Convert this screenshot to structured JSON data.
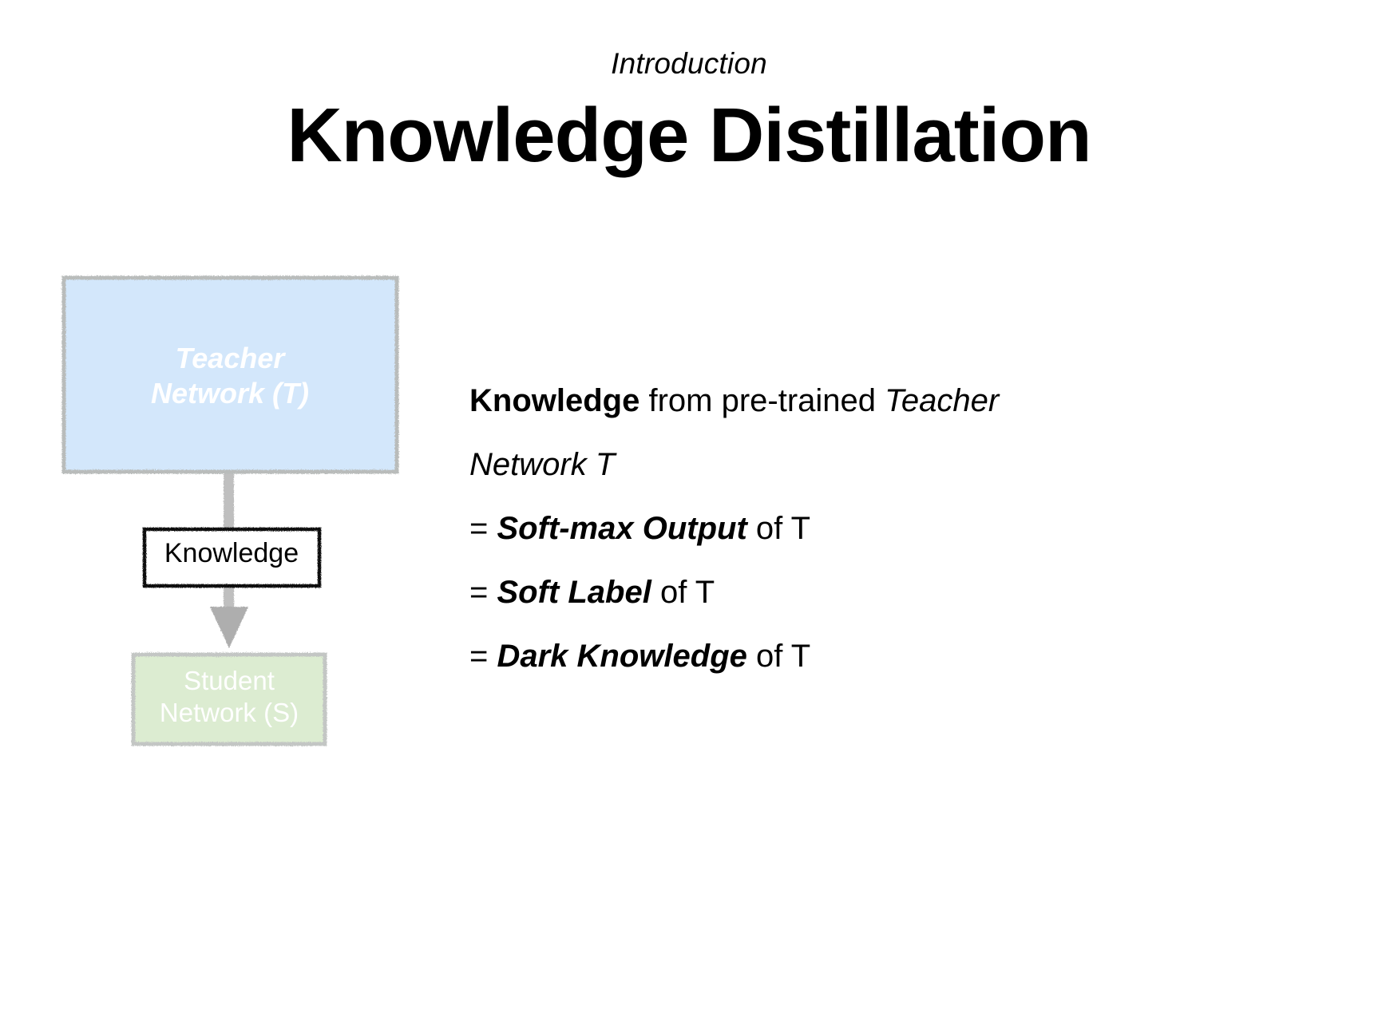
{
  "header": {
    "eyebrow": "Introduction",
    "title": "Knowledge Distillation"
  },
  "diagram": {
    "teacher_node": {
      "label": "Teacher\nNetwork (T)",
      "fill": "#d3e7fb",
      "border": "#b9bcbb",
      "text_color": "#ffffff"
    },
    "student_node": {
      "label": "Student\nNetwork (S)",
      "fill": "#dcecd1",
      "border": "#c3c6c4",
      "text_color": "#ffffff"
    },
    "knowledge_box": {
      "label": "Knowledge",
      "fill": "#ffffff",
      "border": "#000000",
      "text_color": "#000000"
    },
    "arrow": {
      "name": "knowledge-flow-arrow",
      "color": "#bfbfbf",
      "direction": "down"
    }
  },
  "body": {
    "lines": [
      {
        "id": "line-knowledge-source",
        "segments": [
          {
            "text": "Knowledge",
            "style": "b"
          },
          {
            "text": " from pre-trained ",
            "style": "plain"
          },
          {
            "text": "Teacher",
            "style": "i"
          }
        ]
      },
      {
        "id": "line-network-t",
        "segments": [
          {
            "text": "Network T",
            "style": "i"
          }
        ]
      },
      {
        "id": "line-softmax-output",
        "segments": [
          {
            "text": "= ",
            "style": "plain"
          },
          {
            "text": "Soft-max Output",
            "style": "bi"
          },
          {
            "text": " of T",
            "style": "plain"
          }
        ]
      },
      {
        "id": "line-soft-label",
        "segments": [
          {
            "text": "= ",
            "style": "plain"
          },
          {
            "text": "Soft Label",
            "style": "bi"
          },
          {
            "text": " of T",
            "style": "plain"
          }
        ]
      },
      {
        "id": "line-dark-knowledge",
        "segments": [
          {
            "text": "= ",
            "style": "plain"
          },
          {
            "text": "Dark Knowledge",
            "style": "bi"
          },
          {
            "text": " of T",
            "style": "plain"
          }
        ]
      }
    ]
  }
}
